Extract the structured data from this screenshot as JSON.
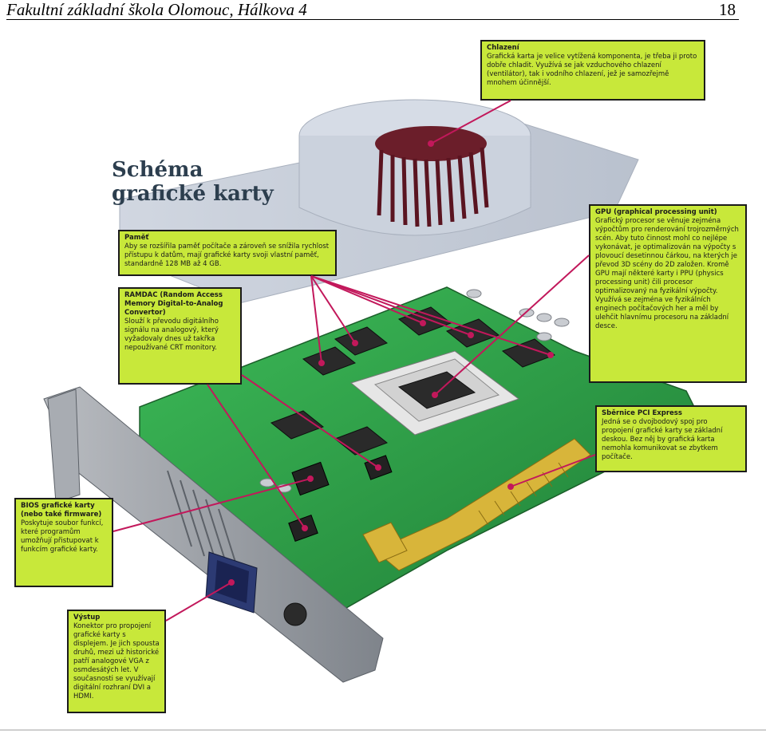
{
  "header": {
    "title": "Fakultní základní škola Olomouc, Hálkova 4",
    "page_number": "18"
  },
  "figure": {
    "title_line1": "Schéma",
    "title_line2": "grafické karty",
    "callouts": {
      "chlazeni": {
        "title": "Chlazení",
        "body": "Grafická karta je velice vytížená komponenta, je třeba ji proto dobře chladit. Využívá se jak vzduchového chlazení (ventilátor), tak i vodního chlazení, jež je samozřejmě mnohem účinnější."
      },
      "pamet": {
        "title": "Paměť",
        "body": "Aby se rozšířila paměť počítače a zároveň se snížila rychlost přístupu k datům, mají grafické karty svoji vlastní paměť, standardně 128 MB až 4 GB."
      },
      "ramdac": {
        "title": "RAMDAC (Random Access Memory Digital-to-Analog Convertor)",
        "body": "Slouží k převodu digitálního signálu na analogový, který vyžadovaly dnes už takřka nepoužívané CRT monitory."
      },
      "gpu": {
        "title": "GPU (graphical processing unit)",
        "body": "Grafický procesor se věnuje zejména výpočtům pro renderování trojrozměrných scén. Aby tuto činnost mohl co nejlépe vykonávat, je optimalizován na výpočty s plovoucí desetinnou čárkou, na kterých je převod 3D scény do 2D založen. Kromě GPU mají některé karty i PPU (physics processing unit) čili procesor optimalizovaný na fyzikální výpočty. Využívá se zejména ve fyzikálních enginech počítačových her a měl by ulehčit hlavnímu procesoru na základní desce."
      },
      "pci": {
        "title": "Sběrnice PCI Express",
        "body": "Jedná se o dvojbodový spoj pro propojení grafické karty se základní deskou. Bez něj by grafická karta nemohla komunikovat se zbytkem počítače."
      },
      "bios": {
        "title": "BIOS grafické karty (nebo také firmware)",
        "body": "Poskytuje soubor funkcí, které programům umožňují přistupovat k funkcím grafické karty."
      },
      "vystup": {
        "title": "Výstup",
        "body": "Konektor pro propojení grafické karty s displejem. Je jich spousta druhů, mezi už historické patří analogové VGA z osmdesátých let. V současnosti se využívají digitální rozhraní DVI a HDMI."
      }
    }
  },
  "colors": {
    "callout_bg": "#c8e83a",
    "leader_line": "#c2185b",
    "pcb": "#2e9e45",
    "title_text": "#2c3e4e"
  }
}
